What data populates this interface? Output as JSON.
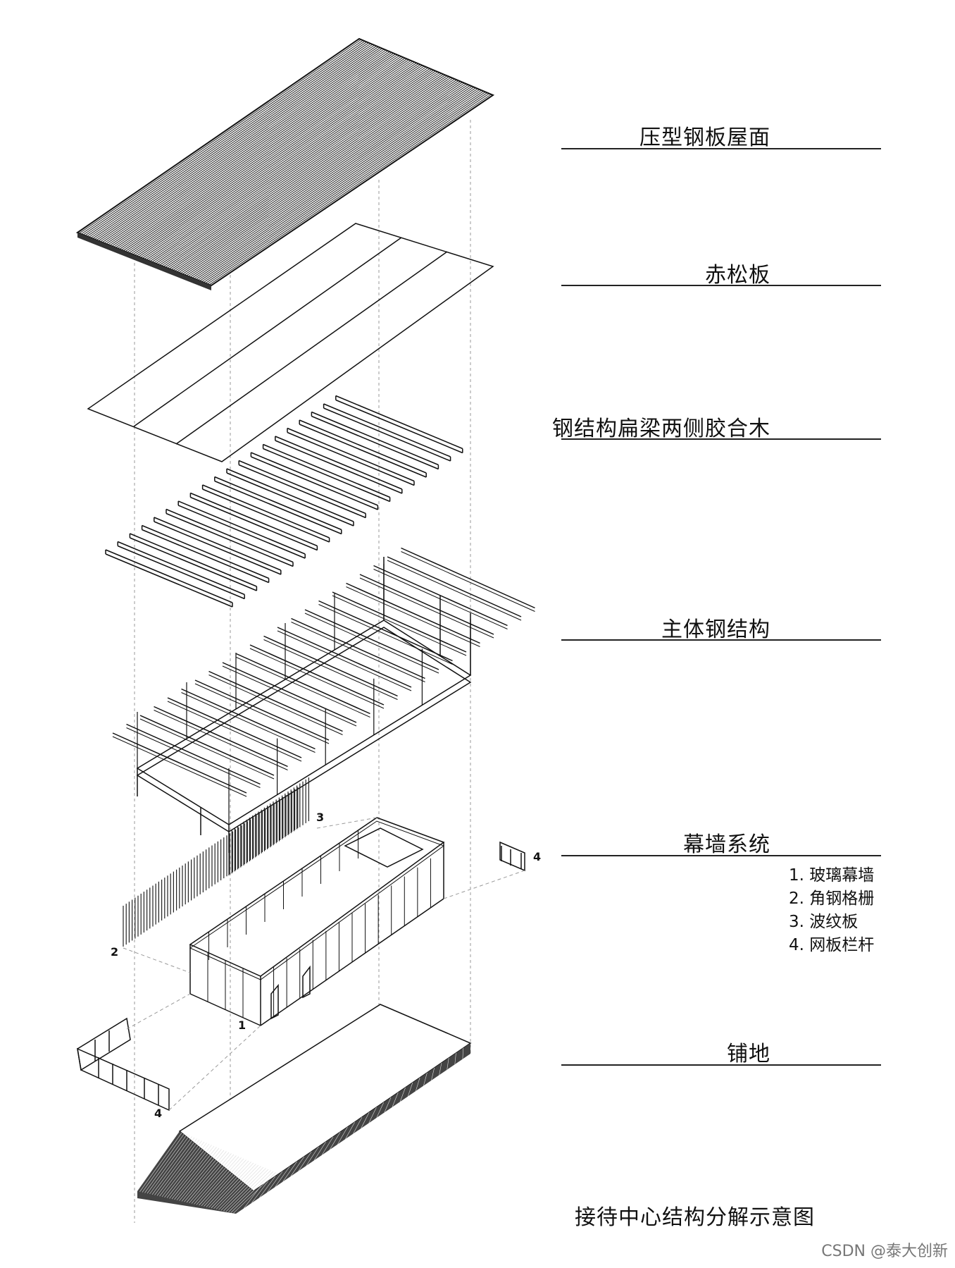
{
  "layers": [
    {
      "id": "roof",
      "label": "压型钢板屋面"
    },
    {
      "id": "pine-board",
      "label": "赤松板"
    },
    {
      "id": "glulam-beams",
      "label": "钢结构扁梁两侧胶合木"
    },
    {
      "id": "main-steel",
      "label": "主体钢结构"
    },
    {
      "id": "curtain-wall",
      "label": "幕墙系统"
    },
    {
      "id": "paving",
      "label": "铺地"
    }
  ],
  "curtain_wall_items": [
    "1. 玻璃幕墙",
    "2. 角钢格栅",
    "3. 波纹板",
    "4. 网板栏杆"
  ],
  "callouts": [
    "1",
    "2",
    "3",
    "4",
    "4"
  ],
  "caption": "接待中心结构分解示意图",
  "watermark": "CSDN @泰大创新"
}
